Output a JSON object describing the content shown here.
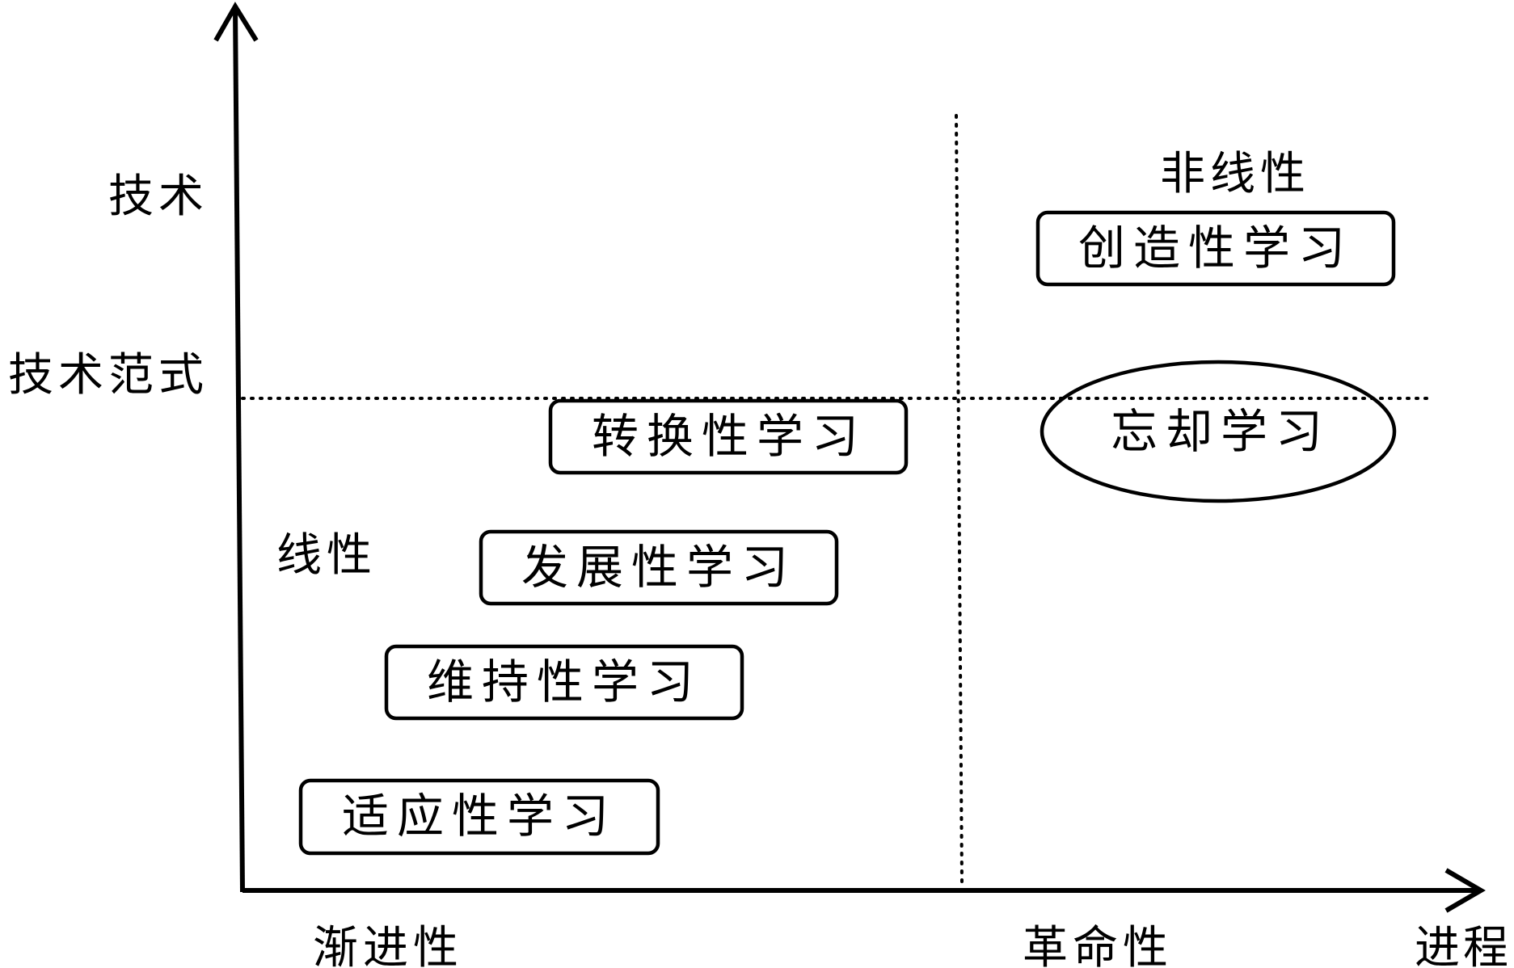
{
  "diagram": {
    "axes": {
      "y_upper_label": "技术",
      "y_lower_label": "技术范式",
      "x_left_label": "渐进性",
      "x_mid_label": "革命性",
      "x_end_label": "进程"
    },
    "regions": {
      "linear_label": "线性",
      "nonlinear_label": "非线性"
    },
    "learning_types": {
      "adaptive": "适应性学习",
      "maintenance": "维持性学习",
      "developmental": "发展性学习",
      "transformative": "转换性学习",
      "creative": "创造性学习",
      "unlearning": "忘却学习"
    },
    "colors": {
      "stroke": "#000000",
      "background": "#ffffff"
    }
  }
}
